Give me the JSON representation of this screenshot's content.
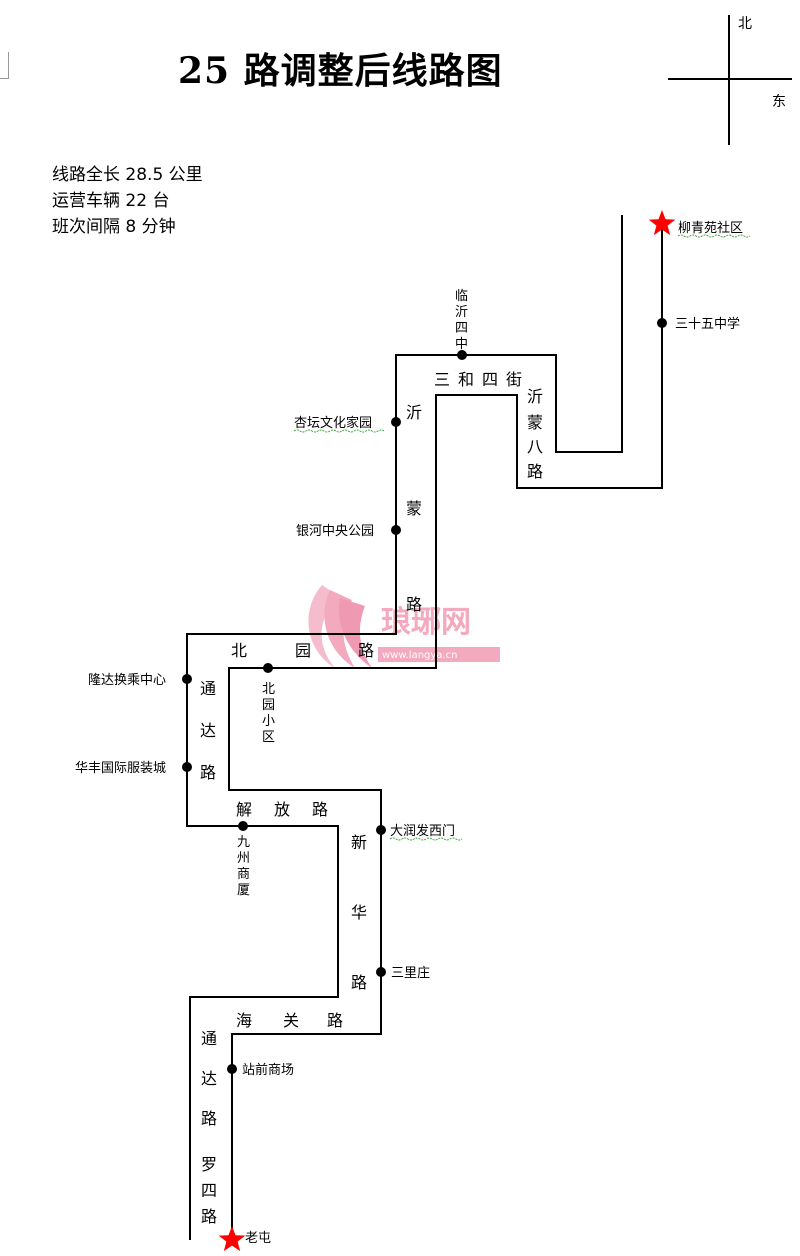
{
  "title": "25 路调整后线路图",
  "info": {
    "length": "线路全长 28.5 公里",
    "vehicles": "运营车辆 22 台",
    "interval": "班次间隔 8 分钟"
  },
  "compass": {
    "north": "北",
    "east": "东"
  },
  "stops": {
    "start_terminal": "柳青苑社区",
    "sanshiwu_school": "三十五中学",
    "linyi_four": "临沂四中",
    "xingtan": "杏坛文化家园",
    "yinhe": "银河中央公园",
    "longda": "隆达换乘中心",
    "beiyuan_xiaoqu": "北园小区",
    "huafeng": "华丰国际服装城",
    "jiuzhou": "九州商厦",
    "darunfa": "大润发西门",
    "sanlizhuang": "三里庄",
    "zhanqian": "站前商场",
    "end_terminal": "老屯"
  },
  "roads": {
    "sanhe_si_jie": "三和四街",
    "yimeng_ba_lu": "沂蒙八路",
    "yimeng_lu": "沂蒙路",
    "beiyuan_lu": "北园路",
    "tongda_lu_upper": "通达路",
    "jiefang_lu": "解放路",
    "xinhua_lu": "新华路",
    "haiguan_lu": "海关路",
    "tongda_lu_lower": "通达路",
    "luo_si_lu": "罗四路"
  },
  "watermark": {
    "name": "琅琊网",
    "url": "www.langya.cn"
  },
  "colors": {
    "route": "#000000",
    "terminal": "#ff0000",
    "stop": "#000000",
    "watermark": "#f2a0b8"
  }
}
